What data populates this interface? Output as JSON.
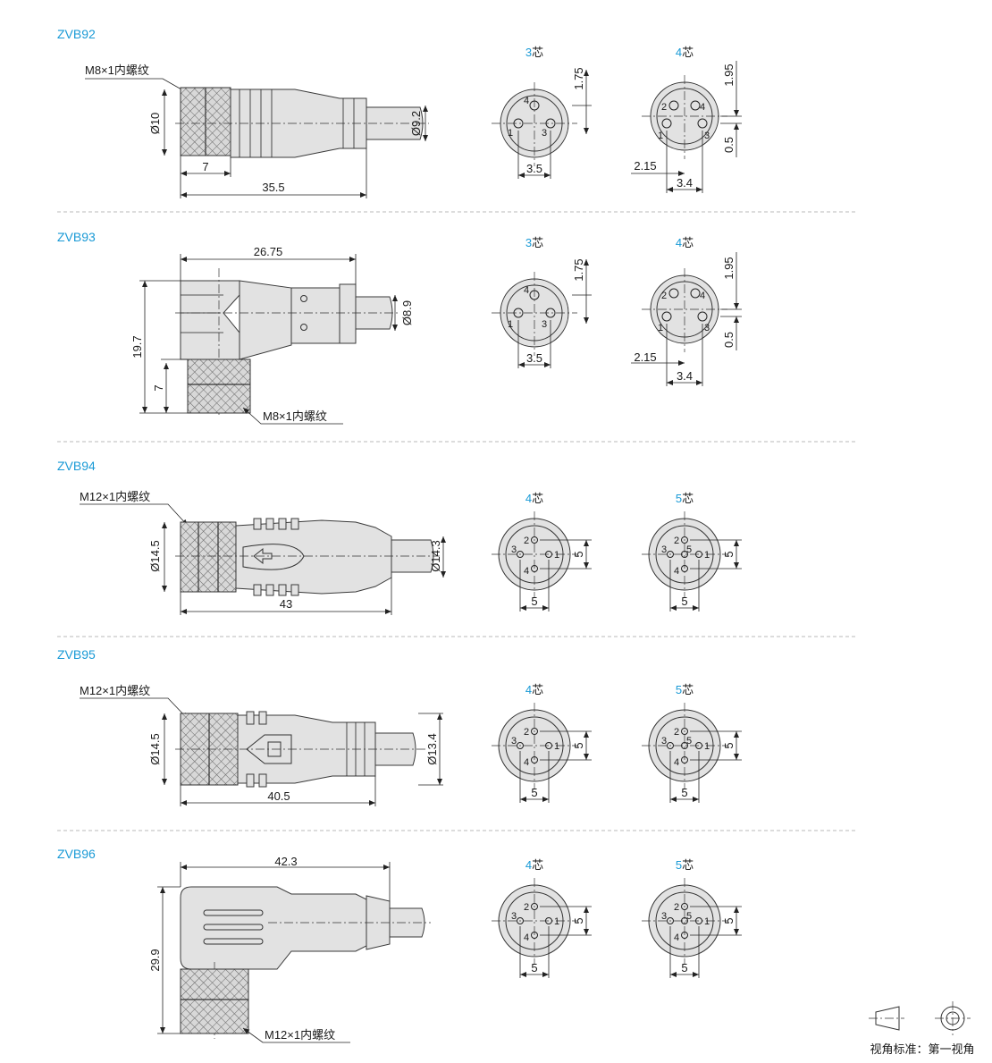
{
  "sections": [
    {
      "model": "ZVB92",
      "thread": "M8×1内螺纹",
      "dims": {
        "dia_nut": "Ø10",
        "nut_len": "7",
        "length": "35.5",
        "dia_cable": "Ø9.2"
      },
      "views": [
        {
          "cores": "3",
          "core_suffix": "芯",
          "dims": [
            "1.75",
            "3.5"
          ],
          "pins": [
            "4",
            "1",
            "3"
          ]
        },
        {
          "cores": "4",
          "core_suffix": "芯",
          "dims": [
            "1.95",
            "0.5",
            "2.15",
            "3.4"
          ],
          "pins": [
            "2",
            "4",
            "1",
            "3"
          ]
        }
      ]
    },
    {
      "model": "ZVB93",
      "thread": "M8×1内螺纹",
      "dims": {
        "length": "26.75",
        "height": "19.7",
        "nut_len": "7",
        "dia_cable": "Ø8.9"
      },
      "views": [
        {
          "cores": "3",
          "core_suffix": "芯",
          "dims": [
            "1.75",
            "3.5"
          ],
          "pins": [
            "4",
            "1",
            "3"
          ]
        },
        {
          "cores": "4",
          "core_suffix": "芯",
          "dims": [
            "1.95",
            "0.5",
            "2.15",
            "3.4"
          ],
          "pins": [
            "2",
            "4",
            "1",
            "3"
          ]
        }
      ]
    },
    {
      "model": "ZVB94",
      "thread": "M12×1内螺纹",
      "dims": {
        "dia_nut": "Ø14.5",
        "length": "43",
        "dia_cable": "Ø14.3"
      },
      "views": [
        {
          "cores": "4",
          "core_suffix": "芯",
          "dims": [
            "5",
            "5"
          ],
          "pins": [
            "2",
            "3",
            "1",
            "4"
          ]
        },
        {
          "cores": "5",
          "core_suffix": "芯",
          "dims": [
            "5",
            "5"
          ],
          "pins": [
            "2",
            "3",
            "5",
            "1",
            "4"
          ]
        }
      ]
    },
    {
      "model": "ZVB95",
      "thread": "M12×1内螺纹",
      "dims": {
        "dia_nut": "Ø14.5",
        "length": "40.5",
        "dia_cable": "Ø13.4"
      },
      "views": [
        {
          "cores": "4",
          "core_suffix": "芯",
          "dims": [
            "5",
            "5"
          ],
          "pins": [
            "2",
            "3",
            "1",
            "4"
          ]
        },
        {
          "cores": "5",
          "core_suffix": "芯",
          "dims": [
            "5",
            "5"
          ],
          "pins": [
            "2",
            "3",
            "5",
            "1",
            "4"
          ]
        }
      ]
    },
    {
      "model": "ZVB96",
      "thread": "M12×1内螺纹",
      "dims": {
        "length": "42.3",
        "height": "29.9"
      },
      "views": [
        {
          "cores": "4",
          "core_suffix": "芯",
          "dims": [
            "5",
            "5"
          ],
          "pins": [
            "2",
            "3",
            "1",
            "4"
          ]
        },
        {
          "cores": "5",
          "core_suffix": "芯",
          "dims": [
            "5",
            "5"
          ],
          "pins": [
            "2",
            "3",
            "5",
            "1",
            "4"
          ]
        }
      ]
    }
  ],
  "projection": {
    "label": "视角标准：第一视角"
  },
  "colors": {
    "accent": "#1a9ad6",
    "body": "#e2e2e2",
    "line": "#222222",
    "separator": "#b8b8b8"
  },
  "icons": [
    "knurl-pattern",
    "projection-cone-icon",
    "projection-circle-icon"
  ]
}
